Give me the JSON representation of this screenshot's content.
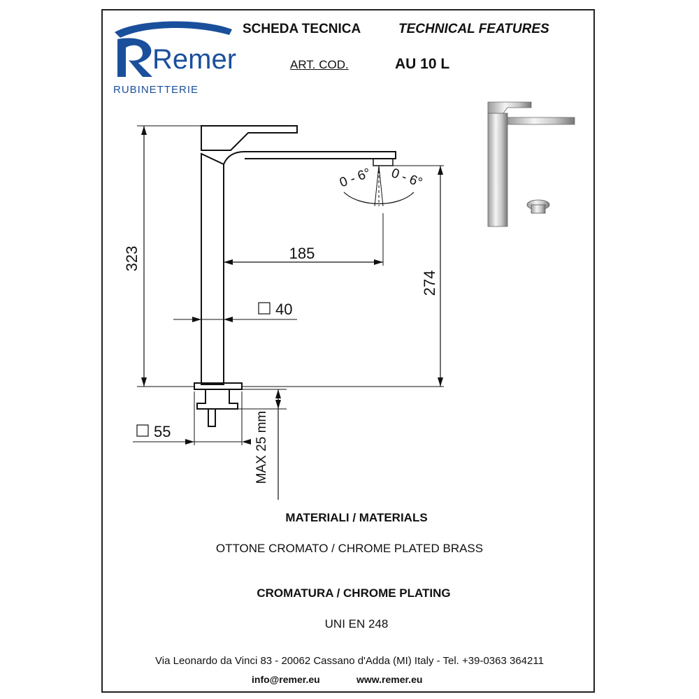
{
  "header": {
    "brand": "Remer",
    "brand_sub": "RUBINETTERIE",
    "title_it": "SCHEDA TECNICA",
    "title_en": "TECHNICAL FEATURES",
    "art_label": "ART. COD.",
    "art_code": "AU 10 L"
  },
  "drawing": {
    "dim_height": "323",
    "dim_spout": "185",
    "dim_outlet": "274",
    "dim_body": "40",
    "dim_base": "55",
    "dim_deck": "MAX 25 mm",
    "angle_left": "0 - 6°",
    "angle_right": "0 - 6°"
  },
  "materials": {
    "title": "MATERIALI / MATERIALS",
    "value": "OTTONE CROMATO / CHROME PLATED BRASS"
  },
  "plating": {
    "title": "CROMATURA / CHROME PLATING",
    "value": "UNI EN 248"
  },
  "footer": {
    "address": "Via Leonardo da Vinci 83 - 20062 Cassano d'Adda (MI) Italy - Tel. +39-0363 364211",
    "email": "info@remer.eu",
    "website": "www.remer.eu"
  },
  "colors": {
    "brand": "#1a4f9c",
    "line": "#111111"
  }
}
